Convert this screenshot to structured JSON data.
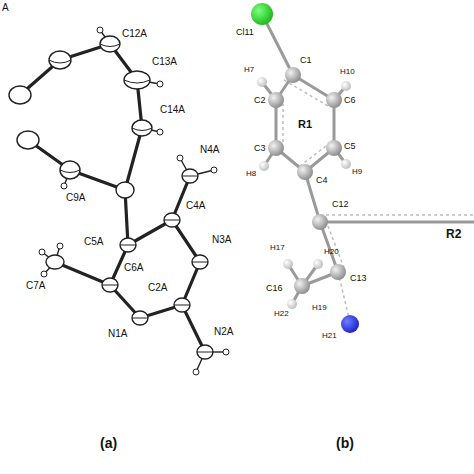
{
  "diagram": {
    "labels": [
      "A",
      "C12A",
      "C13A",
      "C14A",
      "N4A",
      "C9A",
      "C4A",
      "C5A",
      "N3A",
      "C6A",
      "C7A",
      "N1A",
      "C2A",
      "N2A",
      "(a)",
      "Cl11",
      "C1",
      "H7",
      "H10",
      "C2",
      "C6",
      "R1",
      "C3",
      "C5",
      "H8",
      "H9",
      "C4",
      "C12",
      "R2",
      "H17",
      "C13",
      "H20",
      "C16",
      "H22",
      "H19",
      "H21",
      "(b)"
    ]
  }
}
